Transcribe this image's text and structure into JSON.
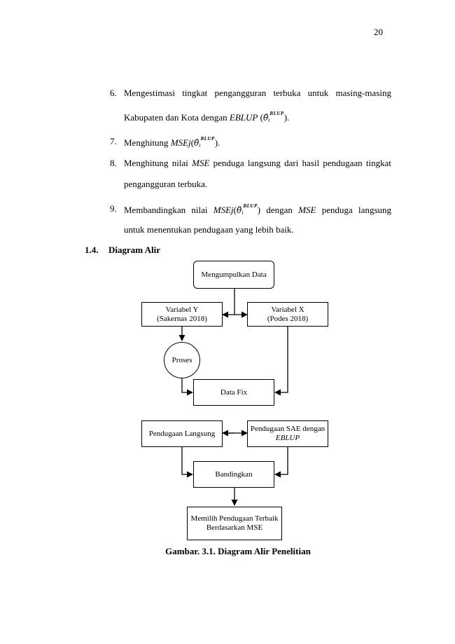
{
  "page_number": "20",
  "list": [
    {
      "num": "6.",
      "line1": "Mengestimasi tingkat pengangguran terbuka untuk masing-masing",
      "line2_pre": "Kabupaten dan Kota dengan ",
      "line2_italic": "EBLUP",
      "line2_open": " (",
      "theta": "θ̂",
      "sub": "i",
      "sup": "BLUP",
      "line2_close": ")."
    },
    {
      "num": "7.",
      "pre": "Menghitung ",
      "italic": "MSEj",
      "open": "(",
      "theta": "θ̂",
      "sub": "i",
      "sup": "BLUP",
      "close": ")."
    },
    {
      "num": "8.",
      "line1_pre": "Menghitung nilai ",
      "line1_italic": "MSE",
      "line1_post": " penduga langsung dari hasil pendugaan tingkat",
      "line2": "pengangguran terbuka."
    },
    {
      "num": "9.",
      "line1_pre": "Membandingkan nilai ",
      "line1_italic": "MSEj",
      "open": "(",
      "theta": "θ̂",
      "sub": "i",
      "sup": "BLUP",
      "close": ")",
      "line1_mid": " dengan ",
      "line1_italic2": "MSE",
      "line1_post": " penduga langsung",
      "line2": "untuk menentukan pendugaan yang lebih baik."
    }
  ],
  "section": {
    "number": "1.4.",
    "title": "Diagram Alir"
  },
  "flowchart": {
    "collect": "Mengumpulkan Data",
    "var_y_1": "Variabel Y",
    "var_y_2": "(Sakernas 2018)",
    "var_x_1": "Variabel X",
    "var_x_2": "(Podes 2018)",
    "process": "Proses",
    "data_fix": "Data Fix",
    "direct": "Pendugaan Langsung",
    "sae_1": "Pendugaan SAE dengan",
    "sae_2": "EBLUP",
    "compare": "Bandingkan",
    "choose_1": "Memilih Pendugaan Terbaik",
    "choose_2": "Berdasarkan MSE"
  },
  "caption": "Gambar. 3.1. Diagram Alir Penelitian"
}
